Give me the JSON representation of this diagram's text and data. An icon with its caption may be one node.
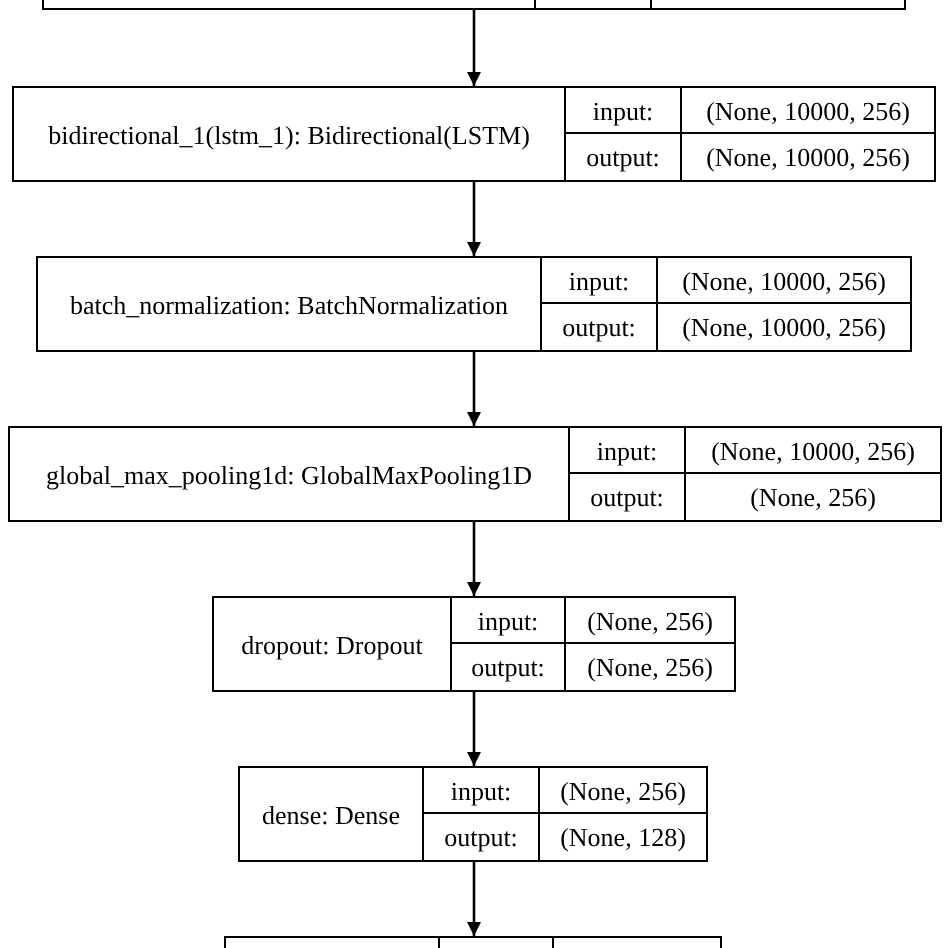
{
  "diagram": {
    "nodes": [
      {
        "text": [],
        "shape": "box"
      },
      {
        "text": [
          "bidirectional_1(lstm_1): Bidirectional(LSTM)",
          "input:",
          "(None, 10000, 256)",
          "output:",
          "(None, 10000, 256)"
        ]
      },
      {
        "text": [
          "batch_normalization: BatchNormalization",
          "input:",
          "(None, 10000, 256)",
          "output:",
          "(None, 10000, 256)"
        ]
      },
      {
        "text": [
          "global_max_pooling1d: GlobalMaxPooling1D",
          "input:",
          "(None, 10000, 256)",
          "output:",
          "(None, 256)"
        ]
      },
      {
        "text": [
          "dropout: Dropout",
          "input:",
          "(None, 256)",
          "output:",
          "(None, 256)"
        ]
      },
      {
        "text": [
          "dense: Dense",
          "input:",
          "(None, 256)",
          "output:",
          "(None, 128)"
        ]
      },
      {
        "text": [],
        "shape": "box"
      }
    ],
    "edges": [
      {
        "from": 0,
        "to": 1,
        "arrow": "to"
      },
      {
        "from": 1,
        "to": 2,
        "arrow": "to"
      },
      {
        "from": 2,
        "to": 3,
        "arrow": "to"
      },
      {
        "from": 3,
        "to": 4,
        "arrow": "to"
      },
      {
        "from": 4,
        "to": 5,
        "arrow": "to"
      },
      {
        "from": 5,
        "to": 6,
        "arrow": "to"
      }
    ]
  }
}
